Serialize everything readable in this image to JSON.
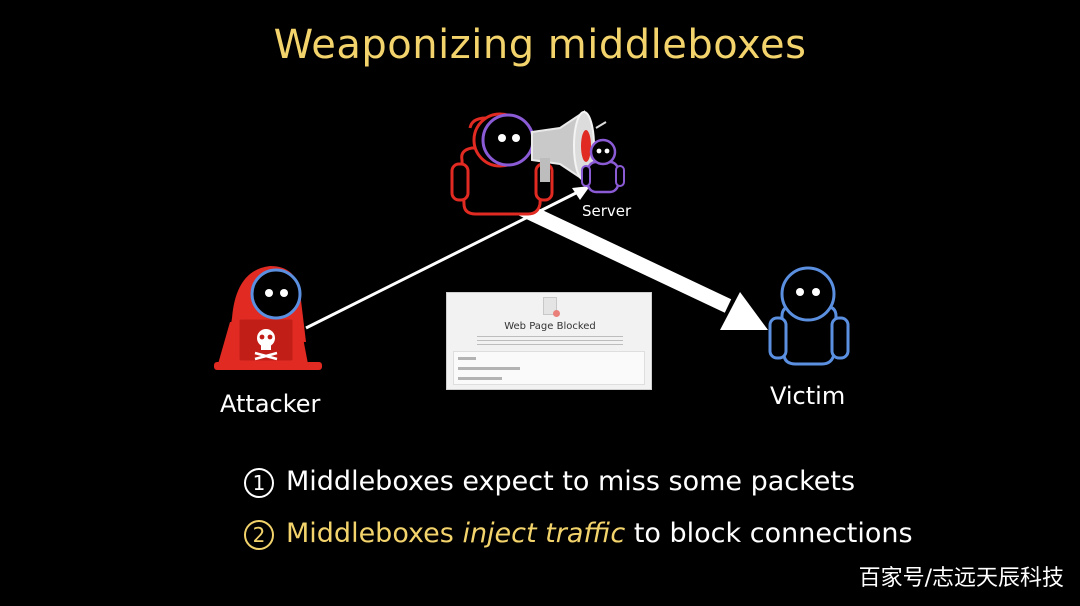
{
  "title": "Weaponizing middleboxes",
  "diagram": {
    "attacker_label": "Attacker",
    "server_label": "Server",
    "victim_label": "Victim",
    "blocked_page": {
      "title": "Web Page Blocked"
    }
  },
  "bullets": [
    {
      "number": "1",
      "text": "Middleboxes expect to miss some packets"
    },
    {
      "number": "2",
      "text_pre": "Middleboxes ",
      "text_em": "inject traffic",
      "text_post": " to block connections"
    }
  ],
  "watermark": "百家号/志远天辰科技",
  "colors": {
    "title": "#f3d36b",
    "attacker": "#e02a22",
    "figure_blue": "#5b8fe0",
    "server_purple": "#8b5bd6",
    "arrow": "#ffffff"
  }
}
